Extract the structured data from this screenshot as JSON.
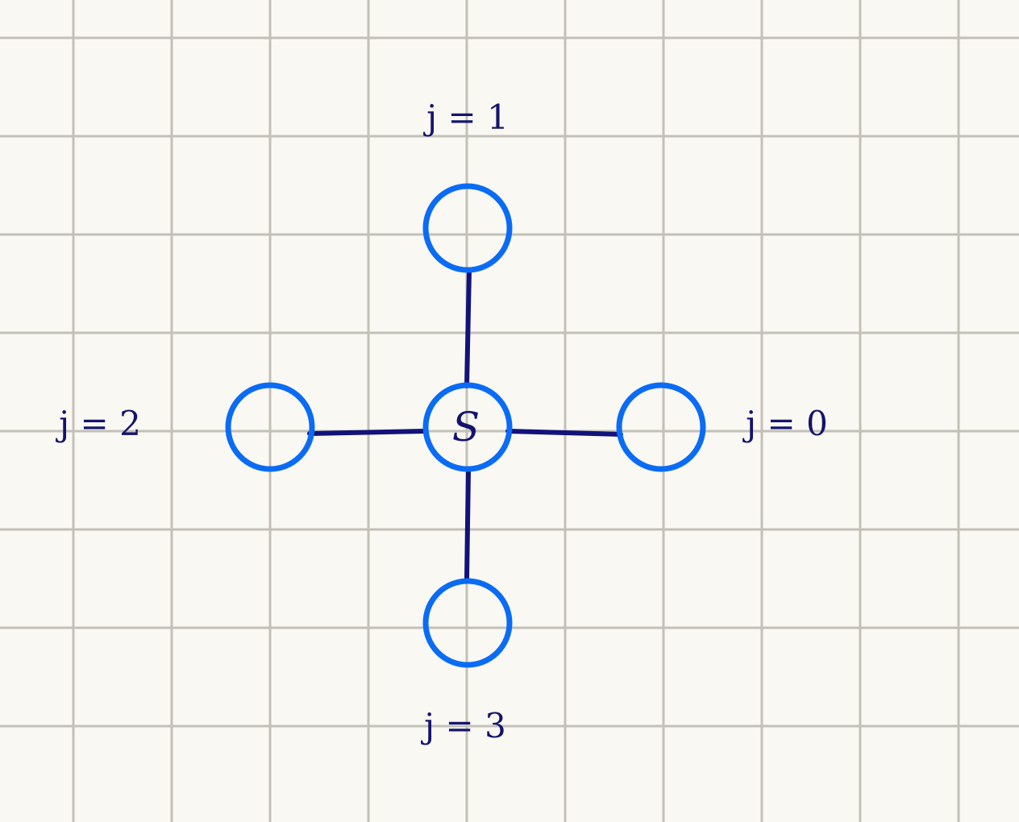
{
  "diagram": {
    "center_node": {
      "label": "S"
    },
    "neighbors": [
      {
        "id": "j0",
        "direction": "right",
        "label": "j = 0"
      },
      {
        "id": "j1",
        "direction": "up",
        "label": "j = 1"
      },
      {
        "id": "j2",
        "direction": "left",
        "label": "j = 2"
      },
      {
        "id": "j3",
        "direction": "down",
        "label": "j = 3"
      }
    ]
  },
  "colors": {
    "background": "#faf8f2",
    "grid": "#c3c0b8",
    "edge": "#12127a",
    "node_ring": "#0a6cf5",
    "text": "#14146e"
  }
}
